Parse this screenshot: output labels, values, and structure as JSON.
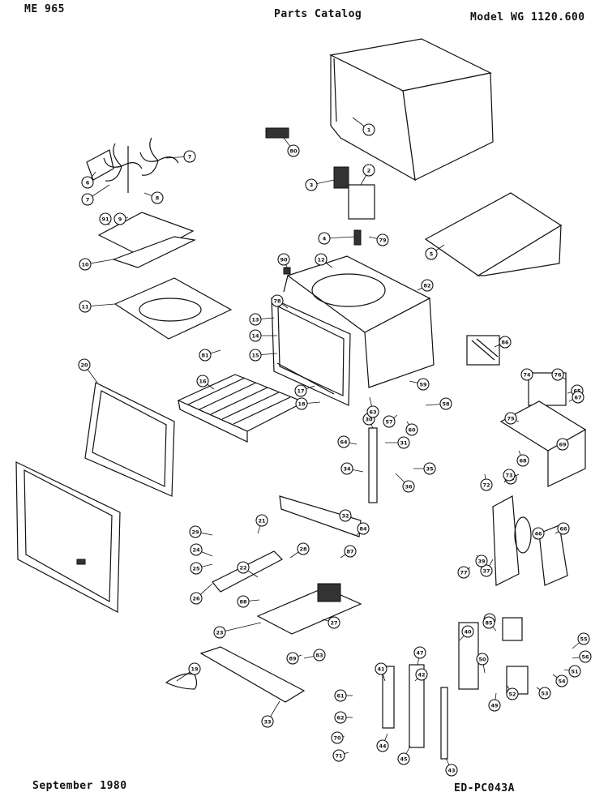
{
  "header": {
    "doc_code": "ME 965",
    "title": "Parts Catalog",
    "model": "Model WG 1120.600"
  },
  "footer": {
    "date": "September 1980",
    "code": "ED-PC043A"
  },
  "callouts": [
    {
      "id": "c1",
      "label": "1"
    },
    {
      "id": "c2",
      "label": "2"
    },
    {
      "id": "c3",
      "label": "3"
    },
    {
      "id": "c4",
      "label": "4"
    },
    {
      "id": "c5",
      "label": "5"
    },
    {
      "id": "c6",
      "label": "6"
    },
    {
      "id": "c7",
      "label": "7"
    },
    {
      "id": "c7b",
      "label": "7"
    },
    {
      "id": "c8",
      "label": "8"
    },
    {
      "id": "c9",
      "label": "9"
    },
    {
      "id": "c10",
      "label": "10"
    },
    {
      "id": "c11",
      "label": "11"
    },
    {
      "id": "c12",
      "label": "12"
    },
    {
      "id": "c13",
      "label": "13"
    },
    {
      "id": "c14",
      "label": "14"
    },
    {
      "id": "c15",
      "label": "15"
    },
    {
      "id": "c16",
      "label": "16"
    },
    {
      "id": "c17",
      "label": "17"
    },
    {
      "id": "c18",
      "label": "18"
    },
    {
      "id": "c19",
      "label": "19"
    },
    {
      "id": "c20",
      "label": "20"
    },
    {
      "id": "c21",
      "label": "21"
    },
    {
      "id": "c22",
      "label": "22"
    },
    {
      "id": "c23",
      "label": "23"
    },
    {
      "id": "c24",
      "label": "24"
    },
    {
      "id": "c25",
      "label": "25"
    },
    {
      "id": "c26",
      "label": "26"
    },
    {
      "id": "c27",
      "label": "27"
    },
    {
      "id": "c28",
      "label": "28"
    },
    {
      "id": "c29",
      "label": "29"
    },
    {
      "id": "c30",
      "label": "30"
    },
    {
      "id": "c31",
      "label": "31"
    },
    {
      "id": "c32",
      "label": "32"
    },
    {
      "id": "c33",
      "label": "33"
    },
    {
      "id": "c34",
      "label": "34"
    },
    {
      "id": "c35",
      "label": "35"
    },
    {
      "id": "c36",
      "label": "36"
    },
    {
      "id": "c37",
      "label": "37"
    },
    {
      "id": "c38",
      "label": "38"
    },
    {
      "id": "c39",
      "label": "39"
    },
    {
      "id": "c40",
      "label": "40"
    },
    {
      "id": "c41",
      "label": "41"
    },
    {
      "id": "c42",
      "label": "42"
    },
    {
      "id": "c43",
      "label": "43"
    },
    {
      "id": "c44",
      "label": "44"
    },
    {
      "id": "c45",
      "label": "45"
    },
    {
      "id": "c46",
      "label": "46"
    },
    {
      "id": "c47",
      "label": "47"
    },
    {
      "id": "c48",
      "label": "48"
    },
    {
      "id": "c49",
      "label": "49"
    },
    {
      "id": "c50",
      "label": "50"
    },
    {
      "id": "c51",
      "label": "51"
    },
    {
      "id": "c52",
      "label": "52"
    },
    {
      "id": "c53",
      "label": "53"
    },
    {
      "id": "c54",
      "label": "54"
    },
    {
      "id": "c55",
      "label": "55"
    },
    {
      "id": "c56",
      "label": "56"
    },
    {
      "id": "c57",
      "label": "57"
    },
    {
      "id": "c58",
      "label": "58"
    },
    {
      "id": "c59",
      "label": "59"
    },
    {
      "id": "c60",
      "label": "60"
    },
    {
      "id": "c61",
      "label": "61"
    },
    {
      "id": "c62",
      "label": "62"
    },
    {
      "id": "c63",
      "label": "63"
    },
    {
      "id": "c64",
      "label": "64"
    },
    {
      "id": "c65",
      "label": "65"
    },
    {
      "id": "c66",
      "label": "66"
    },
    {
      "id": "c67",
      "label": "67"
    },
    {
      "id": "c68",
      "label": "68"
    },
    {
      "id": "c69",
      "label": "69"
    },
    {
      "id": "c70",
      "label": "70"
    },
    {
      "id": "c71",
      "label": "71"
    },
    {
      "id": "c72",
      "label": "72"
    },
    {
      "id": "c73",
      "label": "73"
    },
    {
      "id": "c74",
      "label": "74"
    },
    {
      "id": "c75",
      "label": "75"
    },
    {
      "id": "c76",
      "label": "76"
    },
    {
      "id": "c77",
      "label": "77"
    },
    {
      "id": "c78",
      "label": "78"
    },
    {
      "id": "c79",
      "label": "79"
    },
    {
      "id": "c80",
      "label": "80"
    },
    {
      "id": "c81",
      "label": "81"
    },
    {
      "id": "c82",
      "label": "82"
    },
    {
      "id": "c83",
      "label": "83"
    },
    {
      "id": "c84",
      "label": "84"
    },
    {
      "id": "c85",
      "label": "85"
    },
    {
      "id": "c86",
      "label": "86"
    },
    {
      "id": "c87",
      "label": "87"
    },
    {
      "id": "c88",
      "label": "88"
    },
    {
      "id": "c89",
      "label": "89"
    },
    {
      "id": "c90",
      "label": "90"
    },
    {
      "id": "c91",
      "label": "91"
    }
  ]
}
